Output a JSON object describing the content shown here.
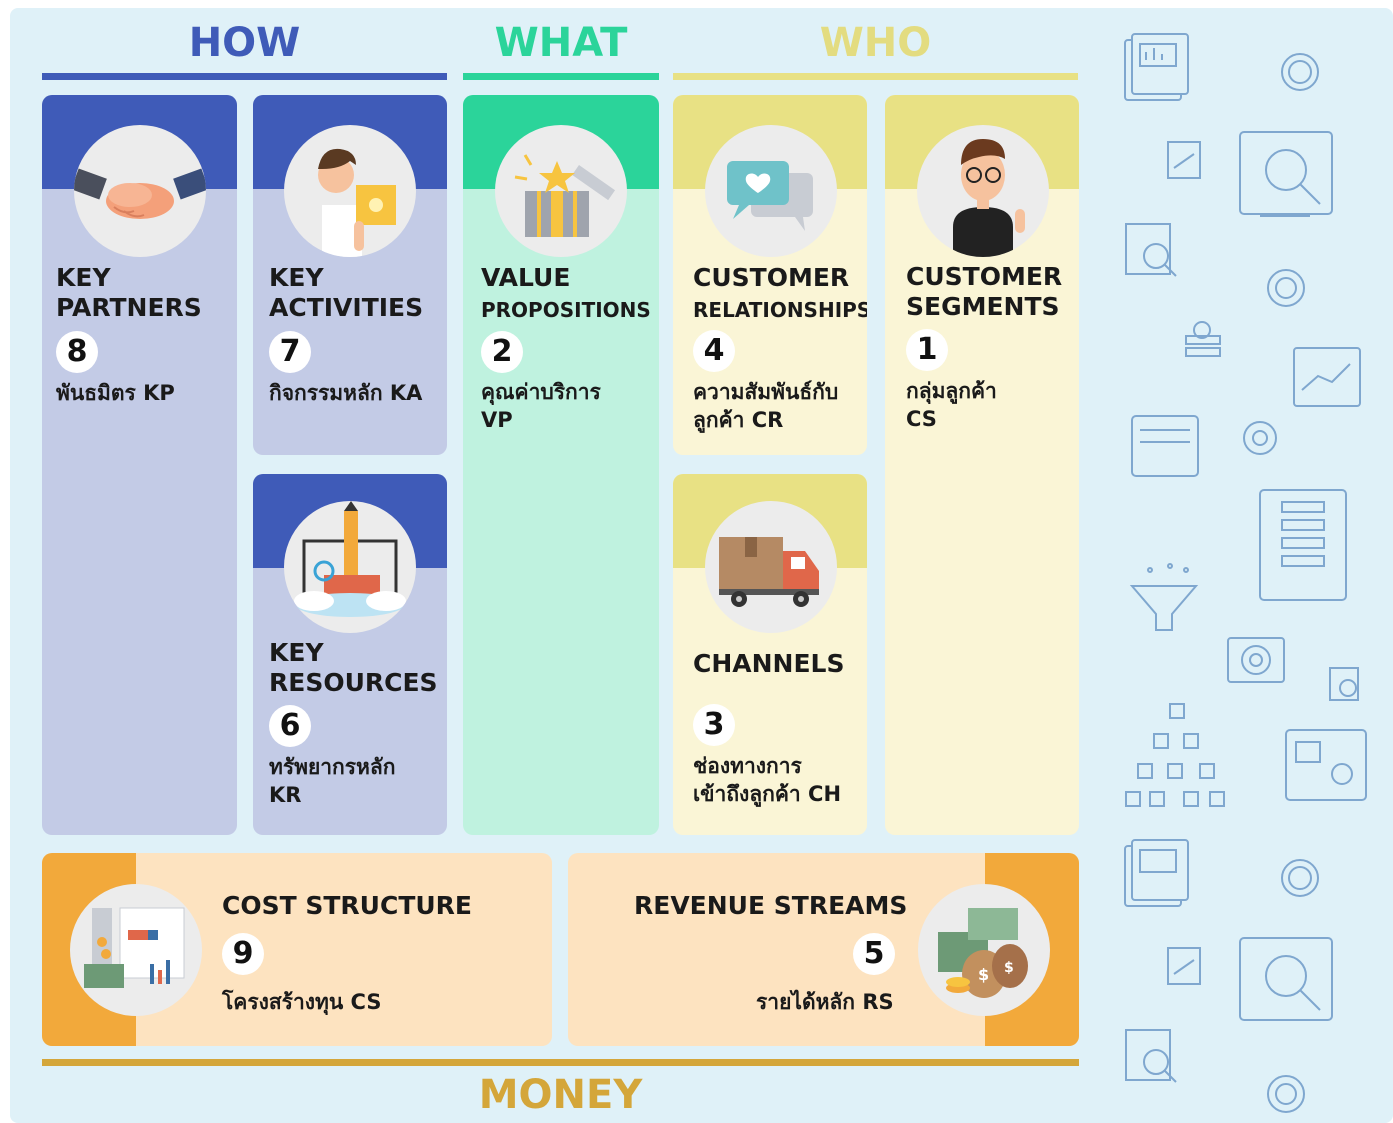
{
  "headers": {
    "how": "HOW",
    "what": "WHAT",
    "who": "WHO",
    "money": "MONEY"
  },
  "colors": {
    "how": "#3f5bb8",
    "what": "#2bd49a",
    "who": "#e8e184",
    "money": "#d4a63a",
    "kp_bg": "#c3cbe6",
    "vp_bg": "#bff2df",
    "cr_bg": "#faf5d6",
    "bottom_bg": "#fde3c0",
    "bottom_accent": "#f2a93b"
  },
  "blocks": {
    "key_partners": {
      "line1": "KEY",
      "line2": "PARTNERS",
      "number": "8",
      "desc1": "พันธมิตร KP",
      "icon": "handshake-icon"
    },
    "key_activities": {
      "line1": "KEY",
      "line2": "ACTIVITIES",
      "number": "7",
      "desc1": "กิจกรรมหลัก KA",
      "icon": "worker-with-box-icon"
    },
    "key_resources": {
      "line1": "KEY",
      "line2": "RESOURCES",
      "number": "6",
      "desc1": "ทรัพยากรหลัก",
      "desc2": "KR",
      "icon": "tools-pencil-icon"
    },
    "value_propositions": {
      "line1": "VALUE",
      "line2": "PROPOSITIONS",
      "number": "2",
      "desc1": "คุณค่าบริการ",
      "desc2": "VP",
      "icon": "gift-box-icon"
    },
    "customer_relationships": {
      "line1": "CUSTOMER",
      "line2": "RELATIONSHIPS",
      "number": "4",
      "desc1": "ความสัมพันธ์กับ",
      "desc2": "ลูกค้า CR",
      "icon": "chat-heart-icon"
    },
    "channels": {
      "line1": "CHANNELS",
      "number": "3",
      "desc1": "ช่องทางการ",
      "desc2": "เข้าถึงลูกค้า CH",
      "icon": "delivery-truck-icon"
    },
    "customer_segments": {
      "line1": "CUSTOMER",
      "line2": "SEGMENTS",
      "number": "1",
      "desc1": "กลุ่มลูกค้า",
      "desc2": "CS",
      "icon": "customer-person-icon"
    },
    "cost_structure": {
      "line1": "COST STRUCTURE",
      "number": "9",
      "desc1": "โครงสร้างทุน CS",
      "icon": "cost-report-icon"
    },
    "revenue_streams": {
      "line1": "REVENUE STREAMS",
      "number": "5",
      "desc1": "รายได้หลัก RS",
      "icon": "money-bags-icon"
    }
  }
}
